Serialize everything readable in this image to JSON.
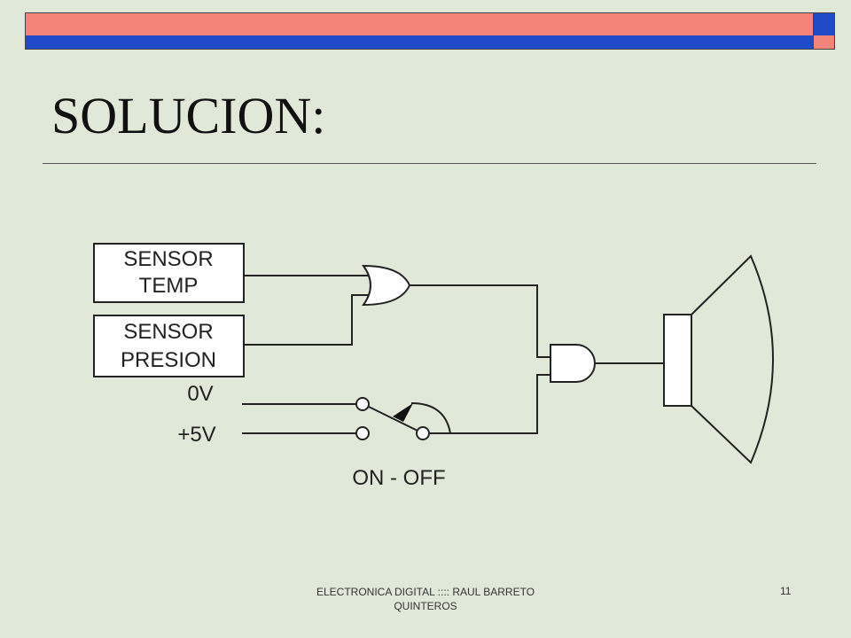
{
  "slide": {
    "title": "SOLUCION:",
    "footer": "ELECTRONICA  DIGITAL  :::: RAUL BARRETO QUINTEROS",
    "page_number": "11"
  },
  "diagram": {
    "sensor_temp": [
      "SENSOR",
      "TEMP"
    ],
    "sensor_presion": [
      "SENSOR",
      "PRESION"
    ],
    "label_0v": "0V",
    "label_5v": "+5V",
    "switch_label": "ON - OFF"
  },
  "colors": {
    "background": "#e0e8d8",
    "bar_salmon": "#f4837a",
    "bar_blue": "#1f4bc8"
  }
}
